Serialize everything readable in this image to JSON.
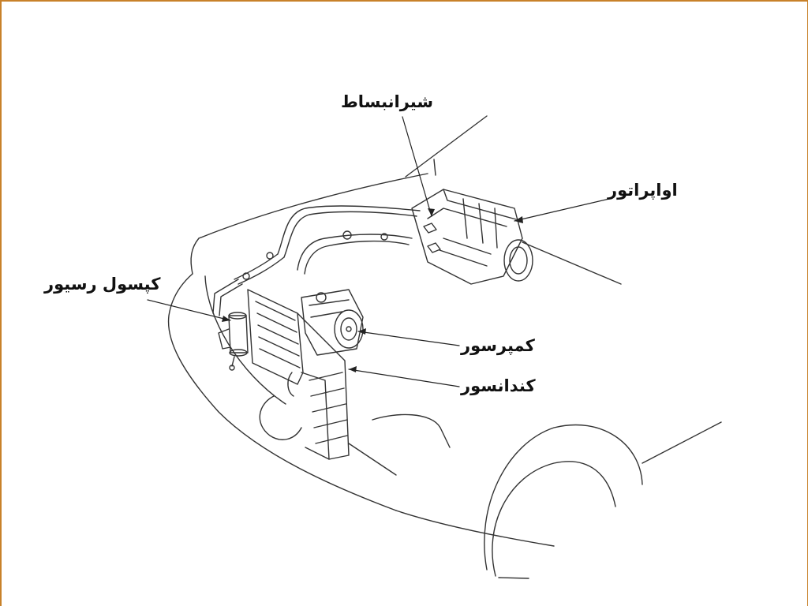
{
  "labels": {
    "expansion_valve": "شیرانبساط",
    "evaporator": "اواپراتور",
    "receiver_capsule": "کپسول رسیور",
    "compressor": "کمپرسور",
    "condenser": "کندانسور"
  },
  "colors": {
    "frame_border": "#c8812a",
    "line_art": "#333333",
    "label_text": "#111111",
    "background": "#ffffff"
  }
}
